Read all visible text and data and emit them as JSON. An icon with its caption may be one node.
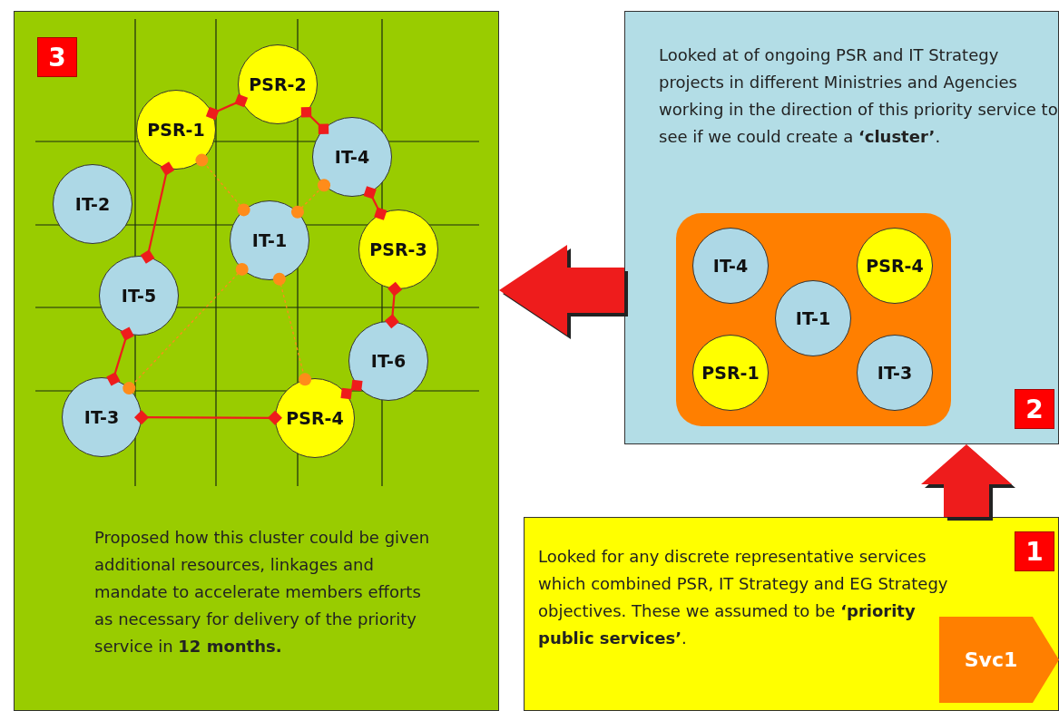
{
  "diagram": {
    "nodes": [
      {
        "text": [
          "3",
          "Proposed how this cluster could be given additional resources, linkages and mandate to accelerate members efforts as necessary for delivery of the priority service in **12 months.**"
        ]
      },
      {
        "text": [
          "PSR-2"
        ],
        "in": 0
      },
      {
        "text": [
          "PSR-1"
        ],
        "in": 0
      },
      {
        "text": [
          "IT-4"
        ],
        "in": 0
      },
      {
        "text": [
          "IT-2"
        ],
        "in": 0
      },
      {
        "text": [
          "IT-1"
        ],
        "in": 0
      },
      {
        "text": [
          "PSR-3"
        ],
        "in": 0
      },
      {
        "text": [
          "IT-5"
        ],
        "in": 0
      },
      {
        "text": [
          "IT-6"
        ],
        "in": 0
      },
      {
        "text": [
          "IT-3"
        ],
        "in": 0
      },
      {
        "text": [
          "PSR-4"
        ],
        "in": 0
      },
      {
        "text": [
          "Looked at of ongoing PSR and IT Strategy projects in different Ministries and Agencies working in the direction of this priority service to see if we could create a **‘cluster’**.",
          "2"
        ]
      },
      {
        "text": [],
        "shape": "box",
        "in": 11
      },
      {
        "text": [
          "IT-4"
        ],
        "in": 12
      },
      {
        "text": [
          "PSR-4"
        ],
        "in": 12
      },
      {
        "text": [
          "IT-1"
        ],
        "in": 12
      },
      {
        "text": [
          "PSR-1"
        ],
        "in": 12
      },
      {
        "text": [
          "IT-3"
        ],
        "in": 12
      },
      {
        "text": [
          "1",
          "Looked for any discrete representative services which combined PSR, IT Strategy and EG Strategy objectives. These we assumed to be **‘priority public services’**."
        ]
      },
      {
        "text": [
          "Svc1"
        ],
        "in": 18
      }
    ],
    "edges": [
      {
        "from": 2,
        "to": 1,
        "arrow": "other"
      },
      {
        "from": 1,
        "to": 3,
        "arrow": "other"
      },
      {
        "from": 3,
        "to": 6,
        "arrow": "other"
      },
      {
        "from": 6,
        "to": 8,
        "arrow": "other"
      },
      {
        "from": 8,
        "to": 10,
        "arrow": "other"
      },
      {
        "from": 10,
        "to": 9,
        "arrow": "other"
      },
      {
        "from": 9,
        "to": 7,
        "arrow": "other"
      },
      {
        "from": 7,
        "to": 2,
        "arrow": "other"
      },
      {
        "from": 5,
        "to": 2,
        "arrow": "other",
        "style": "dashed",
        "color": "#ff8c1a"
      },
      {
        "from": 5,
        "to": 3,
        "arrow": "other",
        "style": "dashed",
        "color": "#ff8c1a"
      },
      {
        "from": 5,
        "to": 9,
        "arrow": "other",
        "style": "dashed",
        "color": "#ff8c1a"
      },
      {
        "from": 5,
        "to": 10,
        "arrow": "other",
        "style": "dashed",
        "color": "#ff8c1a"
      },
      {
        "from": 11,
        "to": 0,
        "arrow": "to",
        "style": "thick"
      },
      {
        "from": 18,
        "to": 11,
        "arrow": "to",
        "style": "thick"
      }
    ]
  }
}
